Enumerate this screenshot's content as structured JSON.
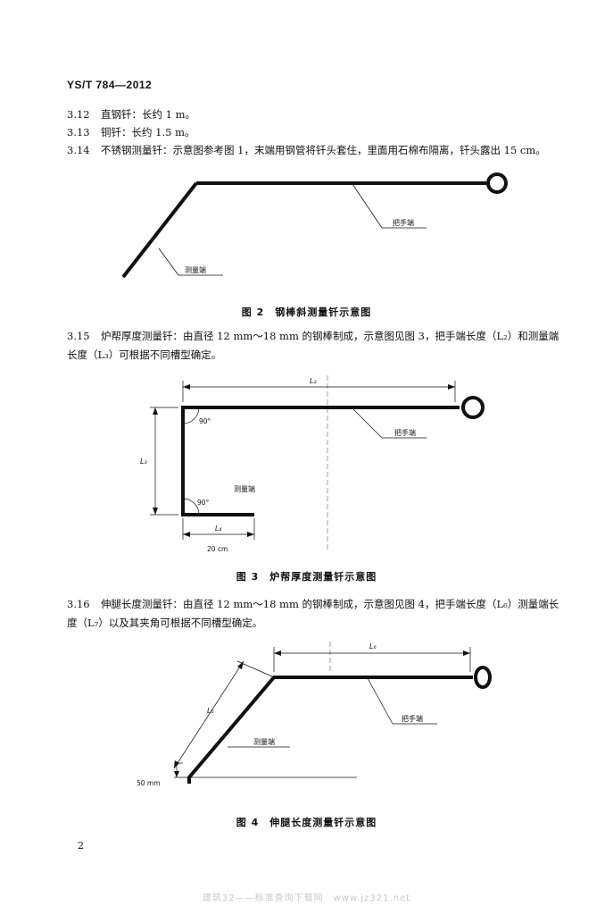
{
  "header": "YS/T 784—2012",
  "clauses": [
    {
      "num": "3.12",
      "text": "直钢钎：长约 1 m。"
    },
    {
      "num": "3.13",
      "text": "铜钎：长约 1.5 m。"
    },
    {
      "num": "3.14",
      "text": "不锈钢测量钎：示意图参考图 1，末端用钢管将钎头套住，里面用石棉布隔离，钎头露出 15 cm。"
    }
  ],
  "fig2": {
    "handle_label": "把手端",
    "measure_label": "测量端",
    "caption": "图 2　钢棒斜测量钎示意图"
  },
  "para315": {
    "num": "3.15",
    "text": "炉帮厚度测量钎：由直径 12 mm～18 mm 的钢棒制成，示意图见图 3，把手端长度（L₂）和测量端长度（L₃）可根据不同槽型确定。"
  },
  "fig3": {
    "l2": "L₂",
    "l3": "L₃",
    "l4": "L₄",
    "angle_top": "90°",
    "angle_bottom": "90°",
    "handle_label": "把手端",
    "measure_label": "测量端",
    "width_label": "20 cm",
    "caption": "图 3　炉帮厚度测量钎示意图"
  },
  "para316": {
    "num": "3.16",
    "text": "伸腿长度测量钎：由直径 12 mm～18 mm 的钢棒制成，示意图见图 4，把手端长度（L₆）测量端长度（L₇）以及其夹角可根据不同槽型确定。"
  },
  "fig4": {
    "l6": "L₆",
    "l5": "L₅",
    "handle_label": "把手端",
    "measure_label": "测量端",
    "offset_label": "50 mm",
    "caption": "图 4　伸腿长度测量钎示意图"
  },
  "page_number": "2",
  "footer": "建筑32——标准查询下载网　www.jz321.net"
}
